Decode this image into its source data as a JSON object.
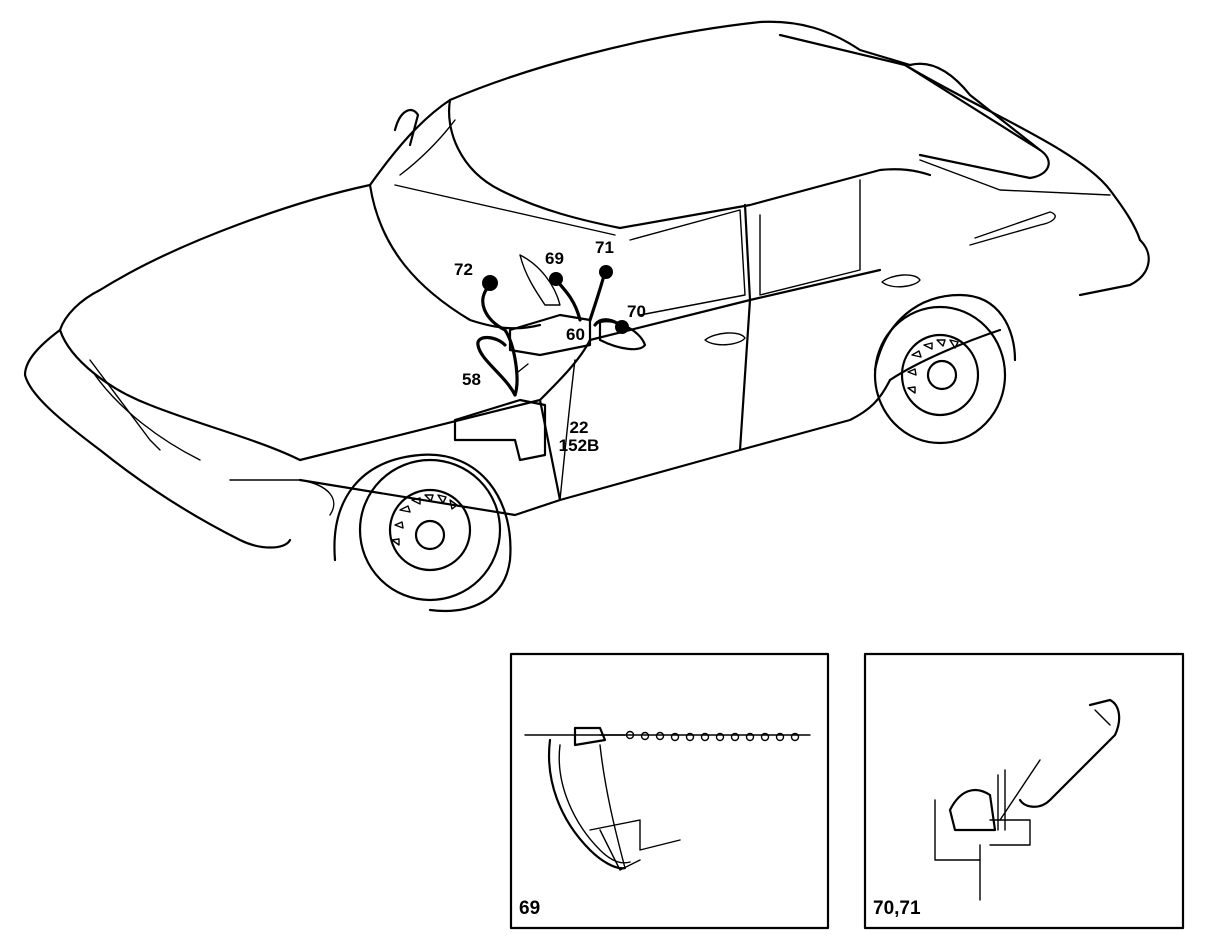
{
  "callouts": {
    "c72": "72",
    "c69": "69",
    "c71": "71",
    "c70": "70",
    "c60": "60",
    "c58": "58",
    "c22": "22",
    "c152b": "152B"
  },
  "insets": {
    "left_label": "69",
    "right_label": "70,71"
  }
}
